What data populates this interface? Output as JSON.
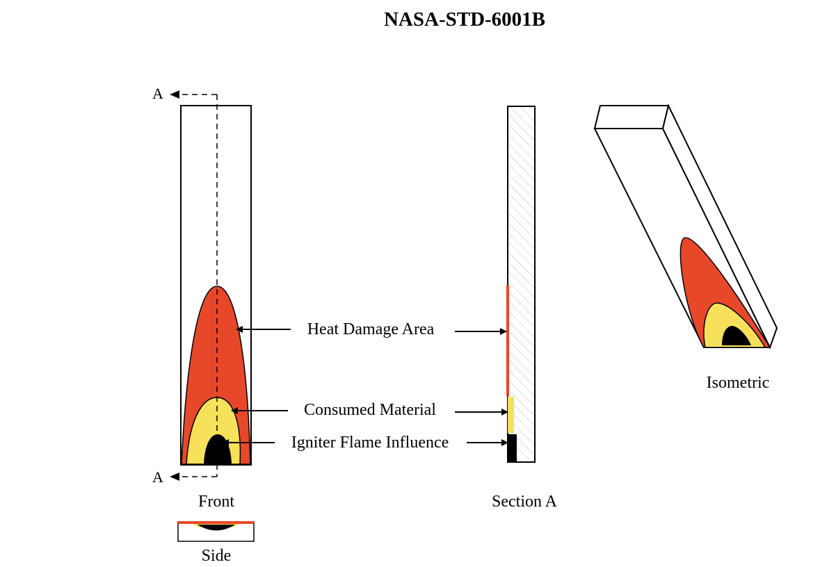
{
  "document": {
    "header": "NASA-STD-6001B"
  },
  "figure": {
    "section_marker_top": "A",
    "section_marker_bottom": "A",
    "callouts": {
      "heat_damage": "Heat Damage Area",
      "consumed": "Consumed Material",
      "igniter": "Igniter Flame Influence"
    },
    "view_labels": {
      "front": "Front",
      "side": "Side",
      "section": "Section A",
      "isometric": "Isometric"
    }
  },
  "colors": {
    "heat_damage": "#E8482A",
    "consumed": "#F7E15A",
    "igniter": "#000000",
    "outline": "#000000",
    "hatch": "#BBBBBB"
  }
}
